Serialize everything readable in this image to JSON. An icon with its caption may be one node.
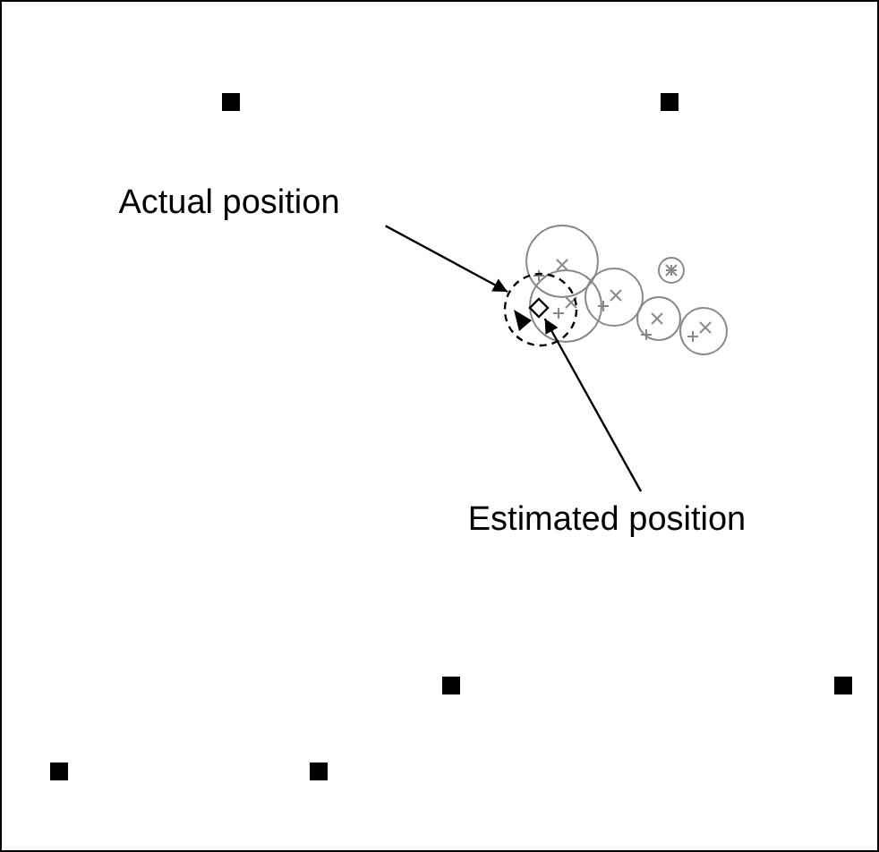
{
  "diagram": {
    "nodes": [
      {
        "text": [
          "Actual position"
        ]
      },
      {
        "text": [],
        "shape": "circle"
      },
      {
        "text": [
          "Estimated position"
        ]
      },
      {
        "text": [],
        "shape": "diamond",
        "in": 1
      }
    ],
    "edges": [
      {
        "from": 0,
        "to": 1,
        "arrow": "to"
      },
      {
        "from": 2,
        "to": 3,
        "arrow": "to"
      }
    ]
  }
}
